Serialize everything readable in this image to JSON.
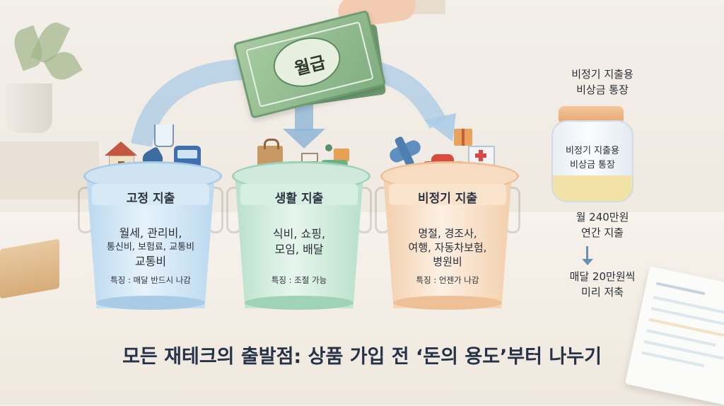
{
  "money": {
    "label": "월급"
  },
  "buckets": [
    {
      "title": "고정 지출",
      "items": [
        "월세, 관리비,",
        "통신비, 보험료, 교통비",
        "교통비"
      ],
      "feature": "특징 : 매달 반드시 나감",
      "icons": [
        "house-icon",
        "phone-icon",
        "bus-icon"
      ]
    },
    {
      "title": "생활 지출",
      "items": [
        "식비, 쇼핑,",
        "모임, 배달"
      ],
      "feature": "특징 : 조절 가능",
      "icons": [
        "shopping-bag-icon",
        "coffee-icon",
        "delivery-scooter-icon"
      ]
    },
    {
      "title": "비정기 지출",
      "items": [
        "명절, 경조사,",
        "여행, 자동차보험,",
        "병원비"
      ],
      "feature": "특징 : 언젠가 나감",
      "icons": [
        "airplane-icon",
        "car-icon",
        "hospital-icon",
        "gift-icon"
      ]
    }
  ],
  "jar": {
    "caption": [
      "비정기 지출용",
      "비상금 통장"
    ],
    "label": [
      "비정기 지출용",
      "비상금 통장"
    ],
    "annual": [
      "월 240만원",
      "연간 지출"
    ],
    "monthly": [
      "매달 20만원씩",
      "미리 저축"
    ]
  },
  "headline": "모든 재테크의 출발점: 상품 가입 전 ‘돈의 용도’부터 나누기",
  "colors": {
    "blue": "#bcd9ef",
    "green": "#b9e0cb",
    "orange": "#f3cfac",
    "money": "#7fae80",
    "arrow": "#8fb6d6"
  }
}
